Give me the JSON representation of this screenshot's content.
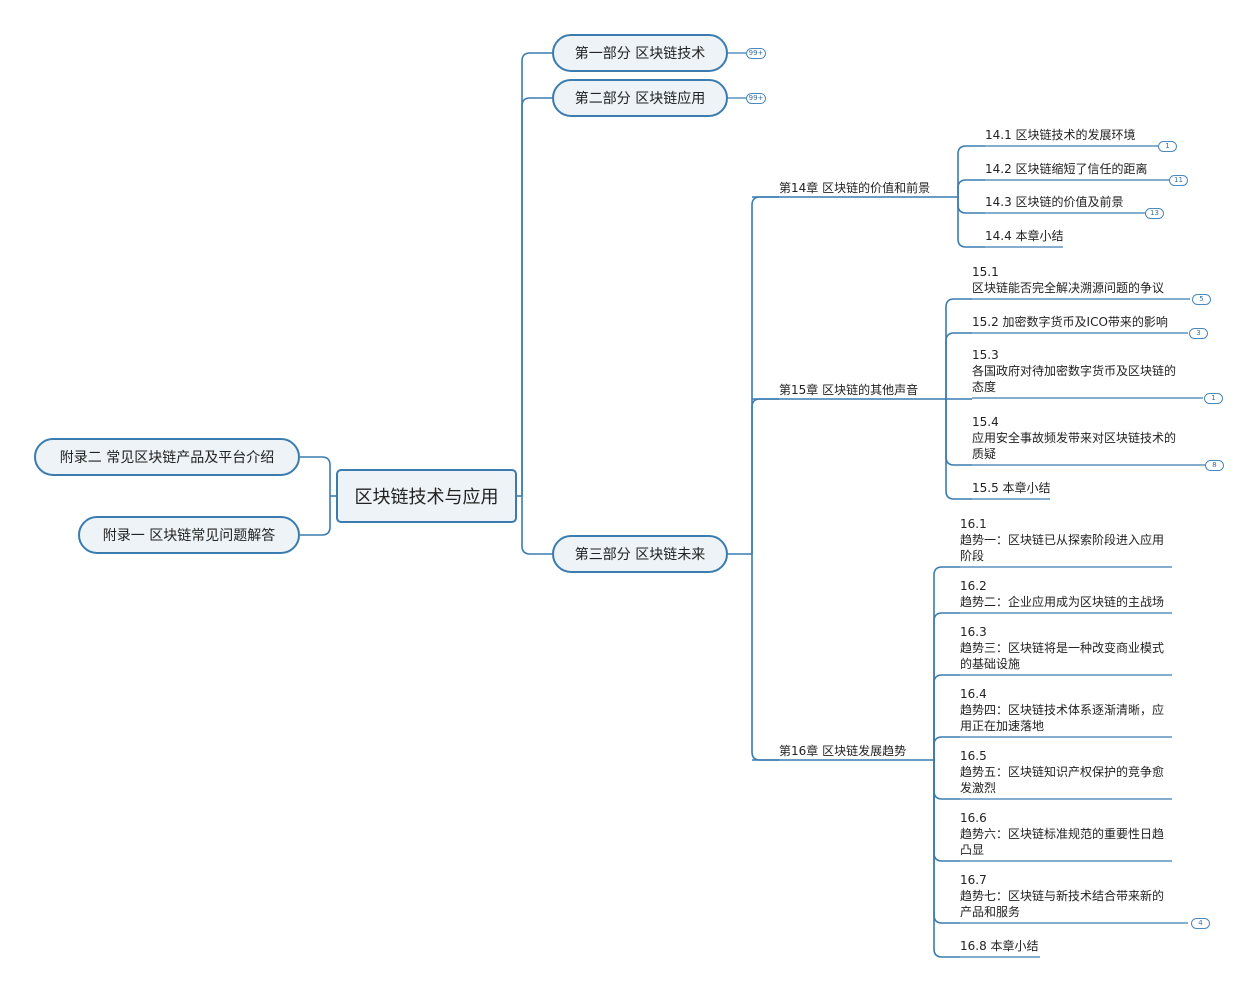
{
  "mindmap": {
    "root": {
      "label": "区块链技术与应用"
    },
    "left": [
      {
        "label": "附录二 常见区块链产品及平台介绍"
      },
      {
        "label": "附录一 区块链常见问题解答"
      }
    ],
    "parts": [
      {
        "label": "第一部分 区块链技术",
        "badge": "99+"
      },
      {
        "label": "第二部分 区块链应用",
        "badge": "99+"
      },
      {
        "label": "第三部分 区块链未来"
      }
    ],
    "chapters": [
      {
        "label": "第14章 区块链的价值和前景",
        "topics": [
          {
            "lines": [
              "14.1 区块链技术的发展环境"
            ],
            "badge": "1"
          },
          {
            "lines": [
              "14.2 区块链缩短了信任的距离"
            ],
            "badge": "11"
          },
          {
            "lines": [
              "14.3 区块链的价值及前景"
            ],
            "badge": "13"
          },
          {
            "lines": [
              "14.4 本章小结"
            ]
          }
        ]
      },
      {
        "label": "第15章 区块链的其他声音",
        "topics": [
          {
            "lines": [
              "15.1",
              "区块链能否完全解决溯源问题的争议"
            ],
            "badge": "5"
          },
          {
            "lines": [
              "15.2 加密数字货币及ICO带来的影响"
            ],
            "badge": "3"
          },
          {
            "lines": [
              "15.3",
              "各国政府对待加密数字货币及区块链的",
              "态度"
            ],
            "badge": "1"
          },
          {
            "lines": [
              "15.4",
              "应用安全事故频发带来对区块链技术的",
              "质疑"
            ],
            "badge": "8"
          },
          {
            "lines": [
              "15.5 本章小结"
            ]
          }
        ]
      },
      {
        "label": "第16章 区块链发展趋势",
        "topics": [
          {
            "lines": [
              "16.1",
              "趋势一：区块链已从探索阶段进入应用",
              "阶段"
            ]
          },
          {
            "lines": [
              "16.2",
              "趋势二：企业应用成为区块链的主战场"
            ]
          },
          {
            "lines": [
              "16.3",
              "趋势三：区块链将是一种改变商业模式",
              "的基础设施"
            ]
          },
          {
            "lines": [
              "16.4",
              "趋势四：区块链技术体系逐渐清晰，应",
              "用正在加速落地"
            ]
          },
          {
            "lines": [
              "16.5",
              "趋势五：区块链知识产权保护的竞争愈",
              "发激烈"
            ]
          },
          {
            "lines": [
              "16.6",
              "趋势六：区块链标准规范的重要性日趋",
              "凸显"
            ]
          },
          {
            "lines": [
              "16.7",
              "趋势七：区块链与新技术结合带来新的",
              "产品和服务"
            ],
            "badge": "4"
          },
          {
            "lines": [
              "16.8 本章小结"
            ]
          }
        ]
      }
    ],
    "colors": {
      "line": "#3a7cb0",
      "node_fill": "#eef3f7"
    }
  }
}
